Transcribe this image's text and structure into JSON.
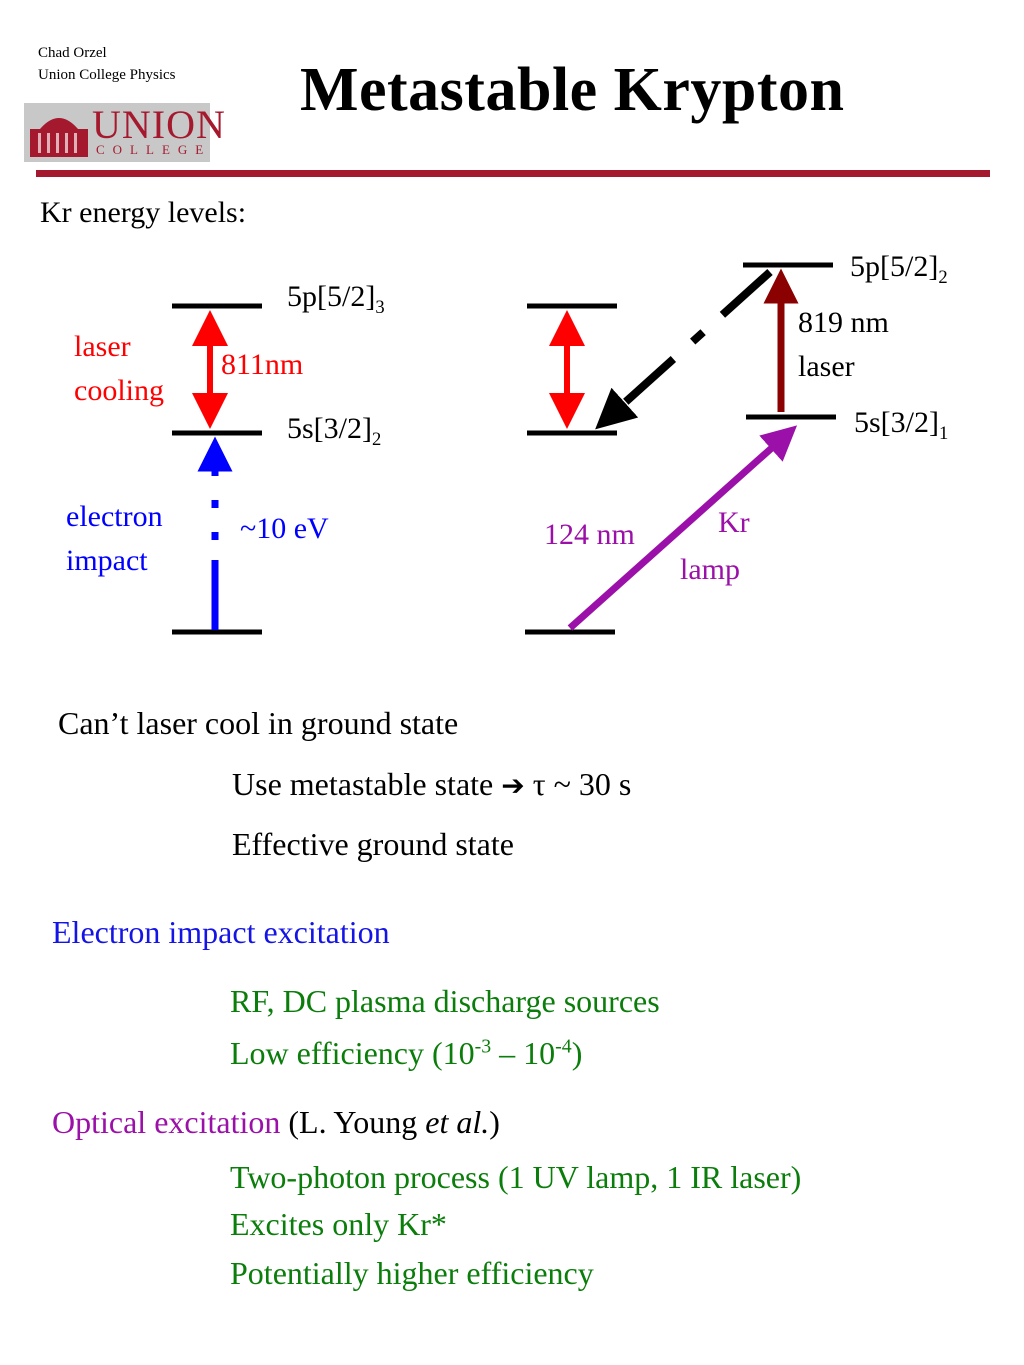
{
  "header": {
    "author_line1": "Chad Orzel",
    "author_line2": "Union College Physics",
    "logo_main": "UNION",
    "logo_sub": "COLLEGE",
    "title": "Metastable Krypton"
  },
  "diagram": {
    "heading": "Kr energy levels:",
    "left": {
      "upper_level": "5p[5/2]",
      "upper_sub": "3",
      "middle_level": "5s[3/2]",
      "middle_sub": "2",
      "cooling_label_line1": "laser",
      "cooling_label_line2": "cooling",
      "cooling_wavelength": "811nm",
      "impact_label_line1": "electron",
      "impact_label_line2": "impact",
      "impact_energy": "~10 eV"
    },
    "right": {
      "upper_level": "5p[5/2]",
      "upper_sub": "2",
      "lower_level": "5s[3/2]",
      "lower_sub": "1",
      "laser_line1": "819 nm",
      "laser_line2": "laser",
      "uv_wavelength": "124 nm",
      "lamp_line1": "Kr",
      "lamp_line2": "lamp"
    },
    "colors": {
      "cooling": "#ff0000",
      "impact": "#0000ff",
      "laser_819": "#8b0000",
      "lamp_124": "#9b10a8",
      "levels": "#000000"
    }
  },
  "body": {
    "line1": "Can’t laser cool in ground state",
    "line2_text": "Use metastable state",
    "line2_arrow": "➔",
    "line2_tail": "τ ~ 30 s",
    "line3": "Effective ground state",
    "section1_heading": "Electron impact excitation",
    "section1_item1": "RF, DC plasma discharge sources",
    "section1_item2_pre": "Low efficiency (10",
    "section1_item2_exp1": "-3",
    "section1_item2_mid": " – 10",
    "section1_item2_exp2": "-4",
    "section1_item2_post": ")",
    "section2_heading": "Optical excitation",
    "section2_cite_pre": "(L. Young ",
    "section2_cite_em": "et al.",
    "section2_cite_post": ")",
    "section2_item1": "Two-photon process (1 UV lamp, 1 IR laser)",
    "section2_item2": "Excites only Kr*",
    "section2_item3": "Potentially higher efficiency"
  }
}
